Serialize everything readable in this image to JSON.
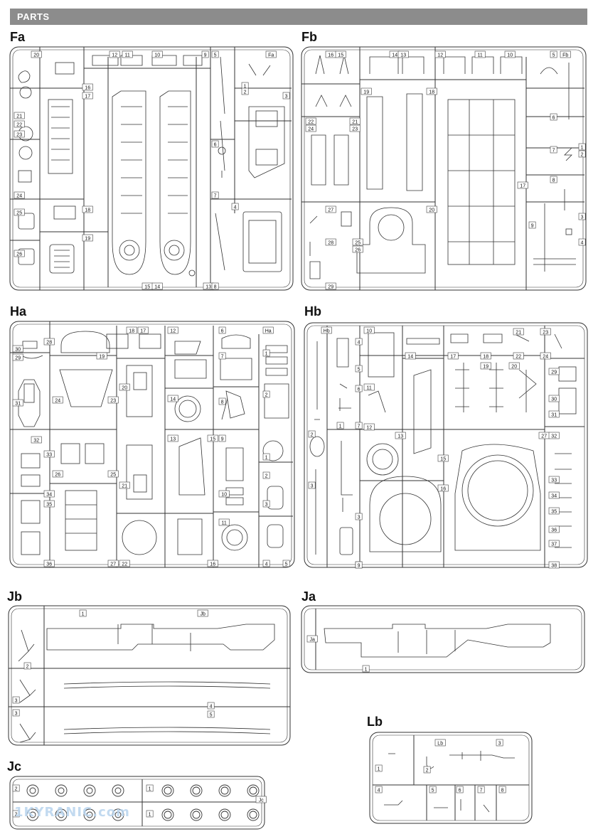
{
  "banner": {
    "title": "PARTS"
  },
  "sprues": [
    {
      "id": "Fa",
      "parts": [
        "20",
        "12",
        "11",
        "10",
        "9",
        "5",
        "Fa",
        "21",
        "16",
        "17",
        "1",
        "2",
        "3",
        "22",
        "23",
        "6",
        "24",
        "18",
        "7",
        "4",
        "25",
        "19",
        "26",
        "15",
        "14",
        "13",
        "8"
      ]
    },
    {
      "id": "Fb",
      "parts": [
        "16",
        "15",
        "14",
        "13",
        "12",
        "11",
        "10",
        "5",
        "Fb",
        "22",
        "21",
        "19",
        "18",
        "6",
        "24",
        "23",
        "7",
        "8",
        "17",
        "2",
        "1",
        "3",
        "27",
        "20",
        "9",
        "28",
        "25",
        "4",
        "29",
        "26"
      ]
    },
    {
      "id": "Ha",
      "parts": [
        "28",
        "30",
        "18",
        "17",
        "12",
        "6",
        "Ha",
        "19",
        "1",
        "29",
        "7",
        "24",
        "23",
        "20",
        "2",
        "31",
        "14",
        "8",
        "32",
        "13",
        "15",
        "9",
        "33",
        "1",
        "26",
        "25",
        "2",
        "34",
        "10",
        "35",
        "21",
        "3",
        "11",
        "36",
        "22",
        "27",
        "16",
        "4",
        "5"
      ]
    },
    {
      "id": "Hb",
      "parts": [
        "Hb",
        "4",
        "10",
        "14",
        "17",
        "18",
        "21",
        "22",
        "23",
        "5",
        "11",
        "19",
        "20",
        "24",
        "29",
        "6",
        "7",
        "1",
        "12",
        "30",
        "31",
        "3",
        "13",
        "27",
        "2",
        "32",
        "15",
        "33",
        "34",
        "35",
        "36",
        "3",
        "8",
        "16",
        "37",
        "9",
        "38"
      ]
    },
    {
      "id": "Jb",
      "parts": [
        "1",
        "Jb",
        "2",
        "3",
        "4",
        "3",
        "5"
      ]
    },
    {
      "id": "Ja",
      "parts": [
        "Ja",
        "1"
      ]
    },
    {
      "id": "Lb",
      "parts": [
        "Lb",
        "3",
        "2",
        "1",
        "4",
        "5",
        "6",
        "7",
        "8"
      ]
    },
    {
      "id": "Jc",
      "parts": [
        "2",
        "1",
        "Jc",
        "2",
        "1"
      ]
    }
  ],
  "watermark": "1KYRANIC.com"
}
